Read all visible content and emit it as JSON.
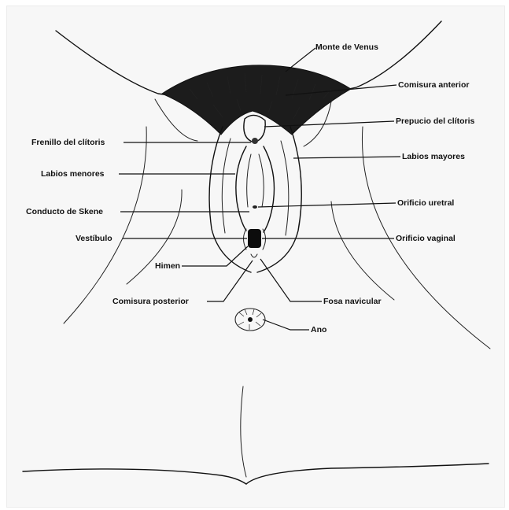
{
  "labels": {
    "monte": "Monte de Venus",
    "comisura_anterior": "Comisura anterior",
    "prepucio": "Prepucio del clítoris",
    "frenillo": "Frenillo del clítoris",
    "labios_mayores": "Labios mayores",
    "labios_menores": "Labios menores",
    "orificio_uretral": "Orificio uretral",
    "conducto_skene": "Conducto de Skene",
    "vestibulo": "Vestíbulo",
    "orificio_vaginal": "Orificio vaginal",
    "himen": "Himen",
    "comisura_posterior": "Comisura posterior",
    "fosa_navicular": "Fosa navicular",
    "ano": "Ano"
  }
}
